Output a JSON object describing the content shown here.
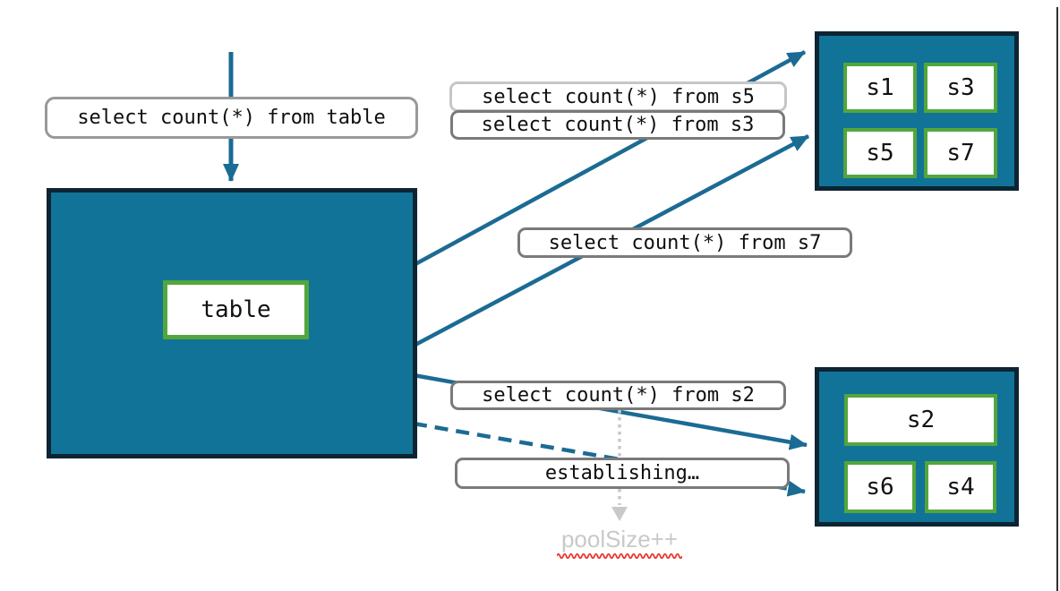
{
  "diagram": {
    "queries": {
      "table": "select count(*) from table",
      "s5": "select count(*) from s5",
      "s3": "select count(*) from s3",
      "s7": "select count(*) from s7",
      "s2": "select count(*) from s2"
    },
    "status": {
      "establishing": "establishing…",
      "pool_size": "poolSize++"
    },
    "table_node": "table",
    "shards_top": [
      "s1",
      "s3",
      "s5",
      "s7"
    ],
    "shards_bottom": [
      "s2",
      "s6",
      "s4"
    ],
    "colors": {
      "teal_fill": "#117398",
      "dark_border": "#0d2433",
      "green_border": "#52a63c",
      "arrow_teal": "#1b6b93",
      "muted_gray": "#c9c9c9",
      "squiggle_red": "#e8372c"
    }
  }
}
